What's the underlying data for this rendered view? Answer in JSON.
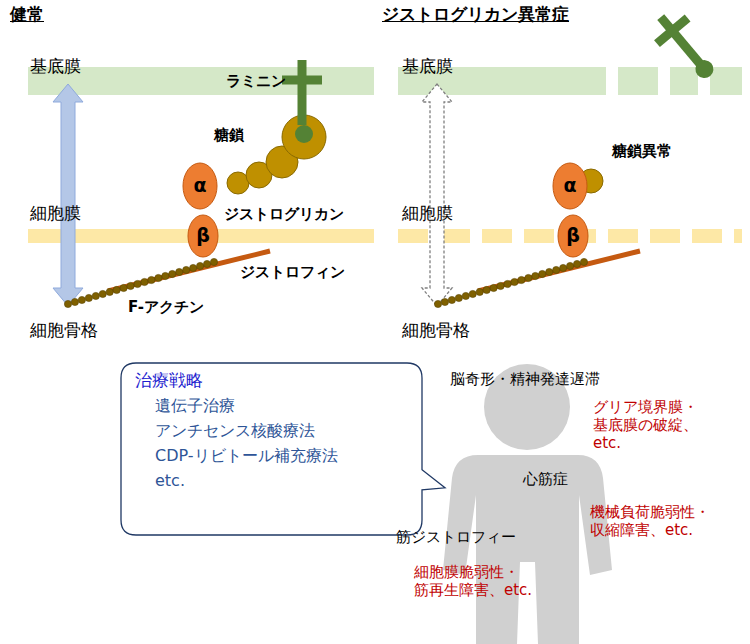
{
  "diagram": {
    "nodes": [
      {
        "text": [
          "α"
        ]
      },
      {
        "text": [
          "β"
        ]
      },
      {
        "text": [
          "α"
        ]
      },
      {
        "text": [
          "β"
        ]
      },
      {
        "text": [
          "治療戦略",
          "遺伝子治療",
          "アンチセンス核酸療法",
          "CDP-リビトール補充療法",
          "etc."
        ]
      }
    ],
    "labels": [
      "健常",
      "基底膜",
      "ラミニン",
      "糖鎖",
      "細胞膜",
      "ジストログリカン",
      "ジストロフィン",
      "F-アクチン",
      "細胞骨格",
      "ジストログリカン異常症",
      "基底膜",
      "糖鎖異常",
      "細胞膜",
      "細胞骨格",
      "脳奇形・精神発達遅滞",
      "グリア境界膜・ 基底膜の破綻、 etc.",
      "心筋症",
      "機械負荷脆弱性・ 収縮障害、etc.",
      "筋ジストロフィー",
      "細胞膜脆弱性・ 筋再生障害、etc."
    ]
  }
}
